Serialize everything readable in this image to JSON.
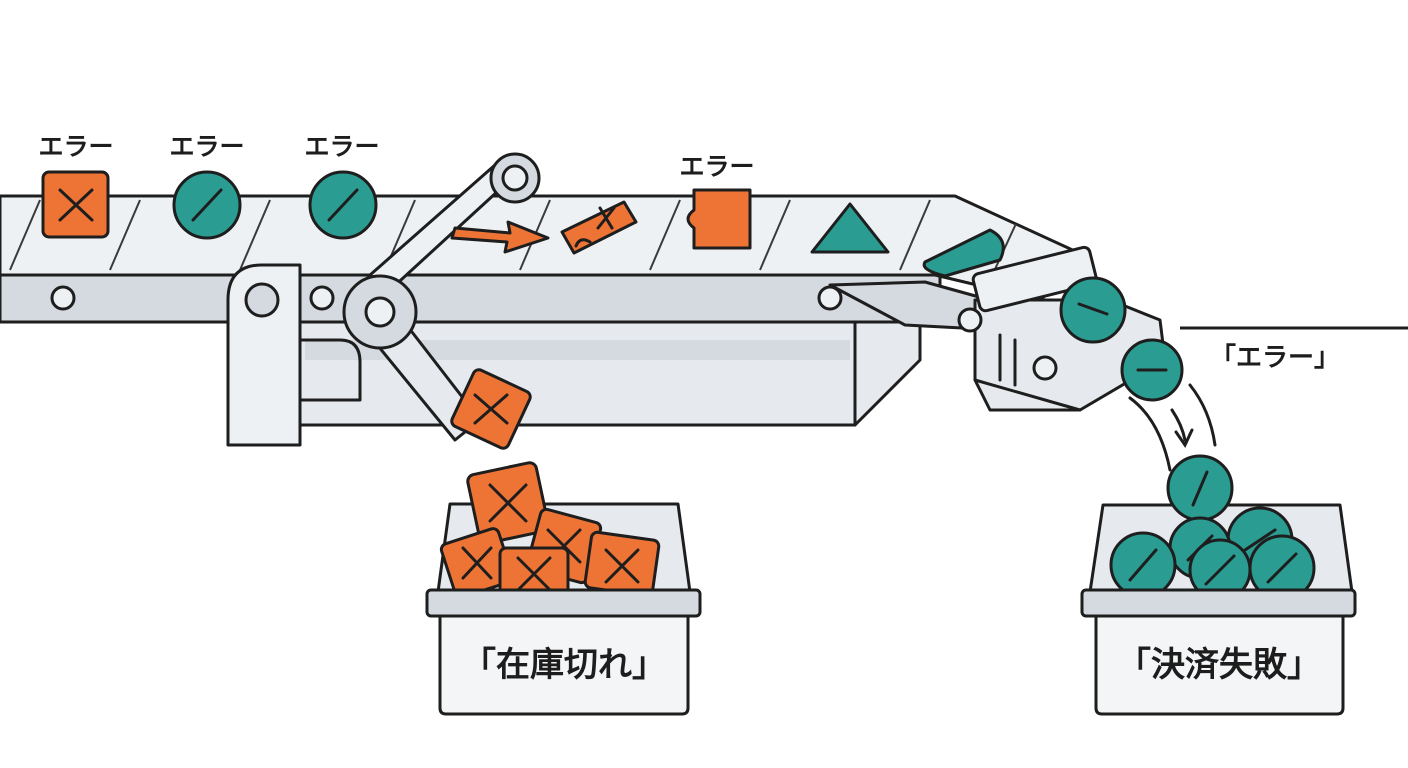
{
  "labels": {
    "error_1": "エラー",
    "error_2": "エラー",
    "error_3": "エラー",
    "error_4": "エラー",
    "error_side": "「エラー」"
  },
  "bins": {
    "left_label": "「在庫切れ」",
    "right_label": "「決済失敗」"
  },
  "colors": {
    "orange": "#EE7436",
    "teal": "#2A9C91",
    "light_gray": "#D4DAE0",
    "belt": "#EEF1F4",
    "outline": "#1E1E1E"
  },
  "icons": [
    "cross-box-icon",
    "slash-circle-icon",
    "arrow-icon",
    "triangle-icon"
  ]
}
